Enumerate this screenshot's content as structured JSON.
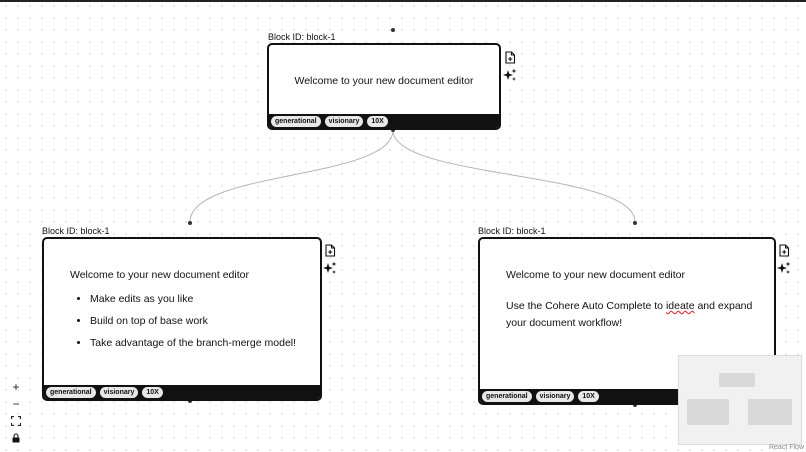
{
  "nodes": {
    "top": {
      "block_label": "Block ID: block-1",
      "title": "Welcome to your new document editor",
      "tags": [
        "generational",
        "visionary",
        "10X"
      ]
    },
    "left": {
      "block_label": "Block ID: block-1",
      "title": "Welcome to your new document editor",
      "bullets": [
        "Make edits as you like",
        "Build on top of base work",
        "Take advantage of the branch-merge model!"
      ],
      "tags": [
        "generational",
        "visionary",
        "10X"
      ]
    },
    "right": {
      "block_label": "Block ID: block-1",
      "title": "Welcome to your new document editor",
      "paragraph_part1": "Use the Cohere Auto Complete to",
      "paragraph_ideate": "ideate",
      "paragraph_part2": "and expand",
      "paragraph_line2": "your document workflow!",
      "tags": [
        "generational",
        "visionary",
        "10X"
      ]
    }
  },
  "icons": {
    "add_file": "file-plus-icon",
    "ai_generate": "sparkles-icon",
    "zoom_in": "plus-icon",
    "zoom_out": "minus-icon",
    "fit_view": "fit-view-icon",
    "lock": "lock-icon"
  },
  "controls": {
    "zoom_in": "+",
    "zoom_out": "−"
  },
  "attribution": "React Flow"
}
